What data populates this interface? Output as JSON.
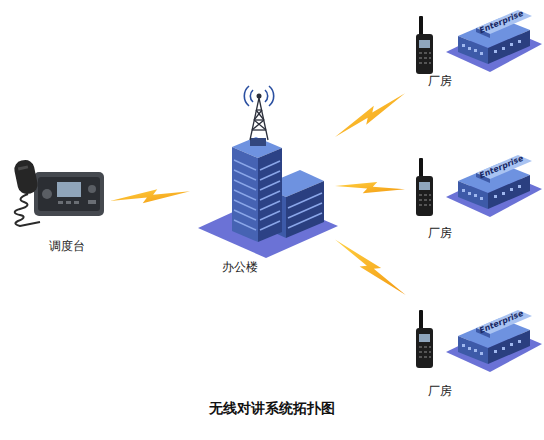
{
  "diagram": {
    "title": "无线对讲系统拓扑图",
    "nodes": [
      {
        "text": [
          "调度台"
        ]
      },
      {
        "text": [
          "办公楼"
        ]
      },
      {
        "text": [
          "厂房"
        ]
      },
      {
        "text": [
          "厂房"
        ]
      },
      {
        "text": [
          "厂房"
        ]
      }
    ],
    "edges": [
      {
        "from": 0,
        "to": 1,
        "arrow": "none"
      },
      {
        "from": 1,
        "to": 2,
        "arrow": "none"
      },
      {
        "from": 1,
        "to": 3,
        "arrow": "none"
      },
      {
        "from": 1,
        "to": 4,
        "arrow": "none"
      }
    ],
    "labels": [
      "Enterprise",
      "Enterprise",
      "Enterprise"
    ]
  }
}
